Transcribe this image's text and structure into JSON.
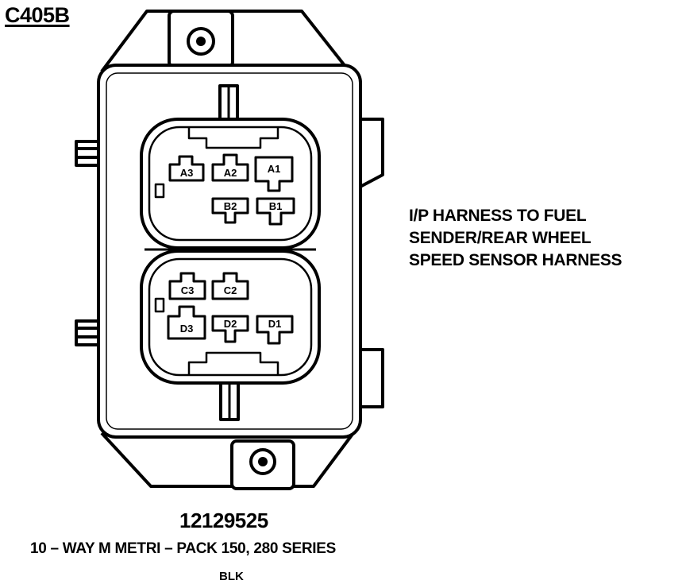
{
  "connector": {
    "id": "C405B",
    "description_lines": [
      "I/P HARNESS TO FUEL",
      "SENDER/REAR WHEEL",
      "SPEED SENSOR HARNESS"
    ],
    "part_number": "12129525",
    "type": "10 – WAY M METRI – PACK 150, 280 SERIES",
    "color": "BLK"
  },
  "pins": {
    "a3": "A3",
    "a2": "A2",
    "a1": "A1",
    "b2": "B2",
    "b1": "B1",
    "c3": "C3",
    "c2": "C2",
    "d3": "D3",
    "d2": "D2",
    "d1": "D1"
  }
}
